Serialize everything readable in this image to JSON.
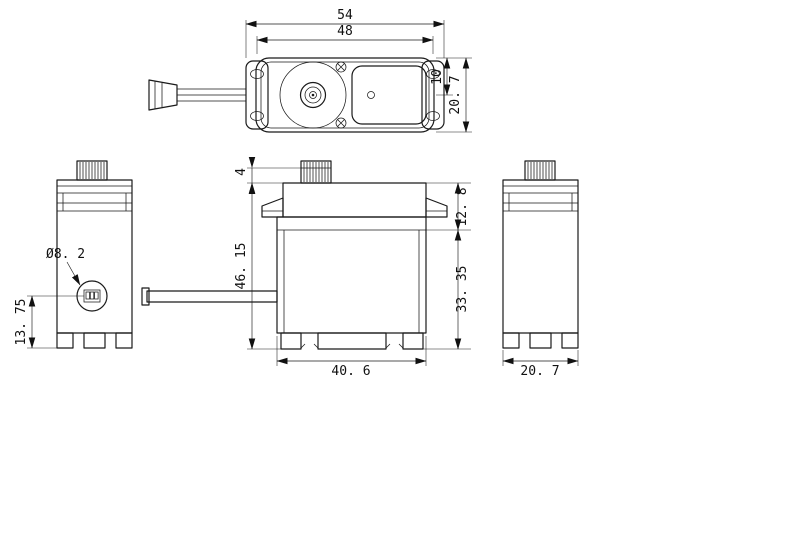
{
  "drawing": {
    "kind": "servo-motor-dimension-drawing",
    "background": "#ffffff",
    "line_color": "#1a1a1a",
    "views": {
      "top": "top-view",
      "front": "front-view",
      "side": "side-view",
      "rear": "rear-view"
    },
    "dims": {
      "top_overall_width": "54",
      "top_mount_span": "48",
      "top_shaft_offset": "10",
      "top_body_width": "20. 7",
      "side_spline_height": "4",
      "side_total_height": "46. 15",
      "side_upper_height": "12. 8",
      "side_body_height": "33. 35",
      "side_body_length": "40. 6",
      "front_hole_diameter": "Ø8. 2",
      "front_hole_offset": "13. 75",
      "rear_body_width": "20. 7"
    }
  }
}
